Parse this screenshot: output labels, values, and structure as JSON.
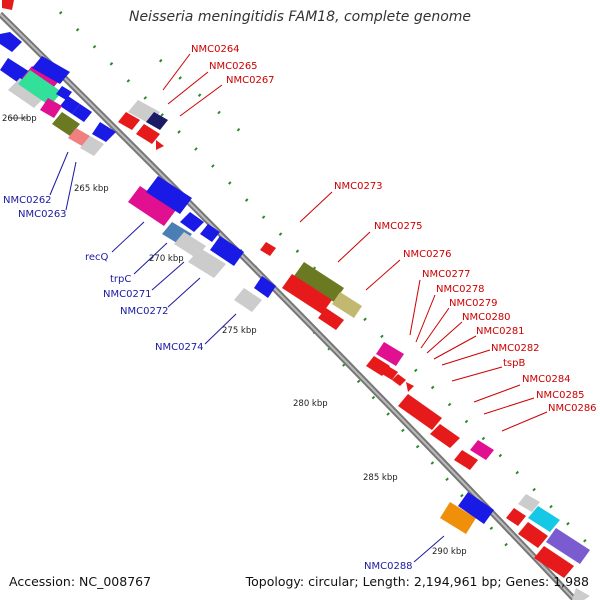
{
  "title": "Neisseria meningitidis FAM18, complete genome",
  "footer": {
    "accession": "Accession: NC_008767",
    "summary": "Topology: circular; Length: 2,194,961 bp; Genes: 1,988"
  },
  "ruler_ticks": [
    "260 kbp",
    "265 kbp",
    "270 kbp",
    "275 kbp",
    "280 kbp",
    "285 kbp",
    "290 kbp"
  ],
  "outer_labels": [
    "NMC0264",
    "NMC0265",
    "NMC0267",
    "NMC0273",
    "NMC0275",
    "NMC0276",
    "NMC0277",
    "NMC0278",
    "NMC0279",
    "NMC0280",
    "NMC0281",
    "NMC0282",
    "tspB",
    "NMC0284",
    "NMC0285",
    "NMC0286"
  ],
  "inner_labels": [
    "NMC0262",
    "NMC0263",
    "recQ",
    "trpC",
    "NMC0271",
    "NMC0272",
    "NMC0274",
    "NMC0288"
  ],
  "colors": {
    "backbone": "#777777",
    "outer_label": "#cc0000",
    "inner_label": "#1a1aa0",
    "gc_marks": "#2a8a2a",
    "ruler": "#666666"
  }
}
